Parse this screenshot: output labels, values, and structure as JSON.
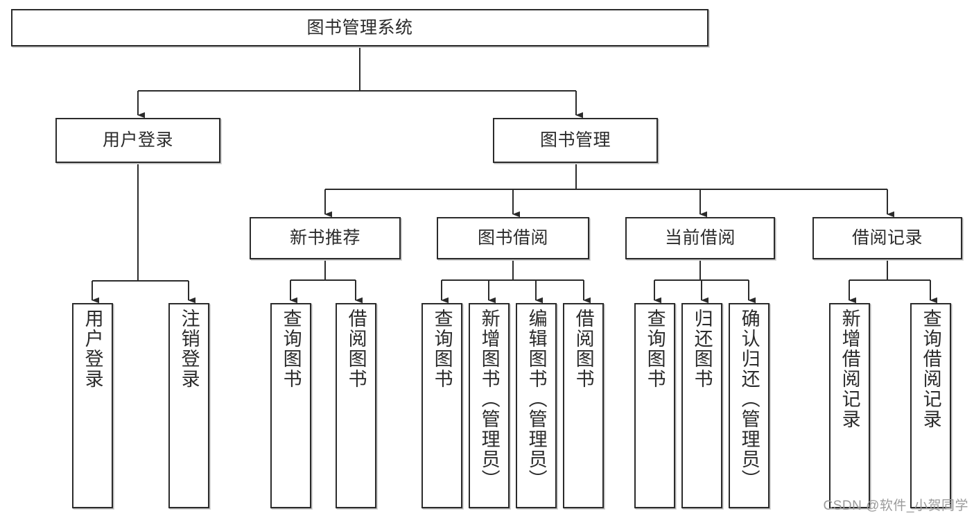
{
  "diagram": {
    "title": "图书管理系统",
    "type": "tree-hierarchy",
    "colors": {
      "box_border": "#2b2b2b",
      "box_fill": "#ffffff",
      "edge": "#2b2b2b",
      "shadow": "#b9b9b9",
      "watermark": "#9b9b9b",
      "background": "#ffffff"
    }
  },
  "root": {
    "label": "图书管理系统"
  },
  "level2": [
    {
      "label": "用户登录"
    },
    {
      "label": "图书管理"
    }
  ],
  "level3": [
    {
      "label": "新书推荐"
    },
    {
      "label": "图书借阅"
    },
    {
      "label": "当前借阅"
    },
    {
      "label": "借阅记录"
    }
  ],
  "leaves": {
    "user_login": [
      {
        "label": "用户登录"
      },
      {
        "label": "注销登录"
      }
    ],
    "new_book_recommend": [
      {
        "label": "查询图书"
      },
      {
        "label": "借阅图书"
      }
    ],
    "book_borrow": [
      {
        "label": "查询图书"
      },
      {
        "label": "新增图书（管理员）"
      },
      {
        "label": "编辑图书（管理员）"
      },
      {
        "label": "借阅图书"
      }
    ],
    "current_borrow": [
      {
        "label": "查询图书"
      },
      {
        "label": "归还图书"
      },
      {
        "label": "确认归还（管理员）"
      }
    ],
    "borrow_records": [
      {
        "label": "新增借阅记录"
      },
      {
        "label": "查询借阅记录"
      }
    ]
  },
  "watermark": {
    "text": "CSDN @软件_小贺同学"
  }
}
